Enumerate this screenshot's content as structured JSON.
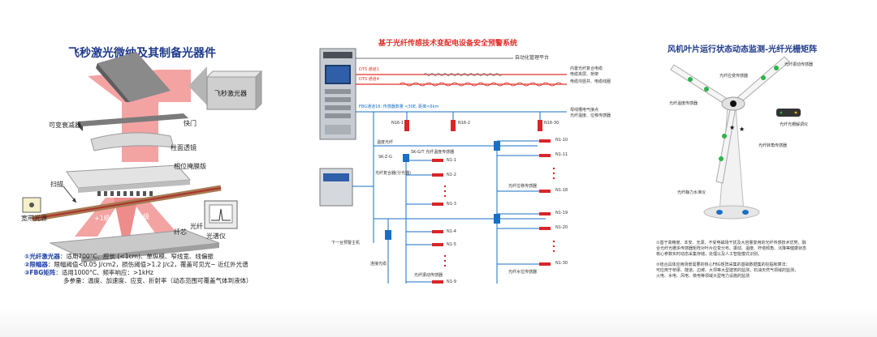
{
  "panel1": {
    "title": "飞秒激光微纳及其制备光器件",
    "labels": {
      "laser": "飞秒激光器",
      "attenuator": "可变衰减器",
      "shutter": "快门",
      "lens": "柱面透镜",
      "mask": "相位掩膜版",
      "scan": "扫描",
      "source": "宽带光源",
      "plus1": "+1级",
      "minus1": "-1级",
      "core": "纤芯",
      "fiber": "光纤",
      "analyzer": "光谱仪"
    },
    "caption": {
      "line1_head": "①光纤激光器",
      "line1_body": "：适用700°C、腔长 (<1cm)、单纵模、窄线宽、线偏振",
      "line2_head": "②限幅器",
      "line2_body": "：限幅阈值<0.05 J/cm2，损伤阈值>1.2 J/c2，覆盖可见光~ 近红外光谱",
      "line3_head": "③FBG矩阵",
      "line3_body": "：适用1000°C、频率响应：>1kHz",
      "line4": "多参量：温度、加速度、应变、折射率（动态范围可覆盖气体到液体）"
    }
  },
  "panel2": {
    "title": "基于光纤传感技术变配电设备安全预警系统",
    "platform": "自动化管理平台",
    "dts1": "DTS 通道1",
    "dts4": "DTS 通道4",
    "fbg_line": "FBG通道16: 传感器数量 <30E, 距离<6km",
    "right_notes": [
      "内置光纤复合电缆",
      "电缆夹层、桥架",
      "电缆沟竖井、电缆线圈",
      "母线槽电气接点",
      "光纤温度、位移传感器"
    ],
    "n_labels": [
      "N16-1",
      "N16-2",
      "N16-30"
    ],
    "sk_label": "SK-Z-G",
    "sk2_label": "SK-G/T 光纤温度传感器",
    "remote": "温度光纤",
    "left_desc": "光纤复合器(分光器)",
    "conn": "连接光缆",
    "lower_unit": "下一台预警主机",
    "vib": "光纤振动传感器",
    "node_col1": [
      "N1-1",
      "N1-2",
      "N1-3",
      "N1-4",
      "N1-5",
      "N1-9"
    ],
    "node_col2": [
      "N1-10",
      "N1-11",
      "N1-18",
      "N1-19",
      "N1-20",
      "N1-30"
    ],
    "sensor_a": "光纤位移传感器",
    "sensor_b": "光纤水位传感器"
  },
  "panel3": {
    "title": "风机叶片运行状态动态监测-光纤光栅矩阵",
    "labels": {
      "vib": "光纤振动传感器",
      "strain": "光纤应变传感器",
      "temp": "光纤温度传感器",
      "demod": "光纤光栅解调仪",
      "angle": "光纤转角传感器",
      "level": "光纤静力水准仪"
    },
    "caption": {
      "p1": [
        "①基于高精度、本安、无源、不受电磁场干扰及大容量复用的光纤传感技术优势，融",
        "合光纤光栅多传感器矩阵对叶片应变分布、振动、温度、杆塔倾角、沉降等健康状态",
        "核心参数实时动态采集存储，处理以及人工智能模式识别。"
      ],
      "p2": [
        "②结合具体应用场景需要的核心FBG矩阵采集的基础数据集的挖掘和算法：",
        "可应用于桥梁、隧道、边坡、大坝等大型建筑的监测，石油天然气领域的监测，",
        "火电、水电、风电、核电等领域大型电力设施的监测"
      ]
    }
  },
  "colors": {
    "title_blue": "#1e3a8a",
    "title_red": "#e0302a",
    "beam": "#f4a3a3",
    "fiber_blue": "#1a6fc4",
    "sensor_red": "#d8262a"
  }
}
